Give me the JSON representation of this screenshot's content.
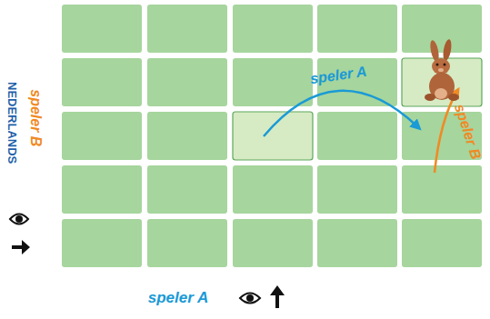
{
  "diagram": {
    "labels": [
      "speler A",
      "NEDERLANDS",
      "speler B",
      "speler B",
      "speler A"
    ]
  }
}
